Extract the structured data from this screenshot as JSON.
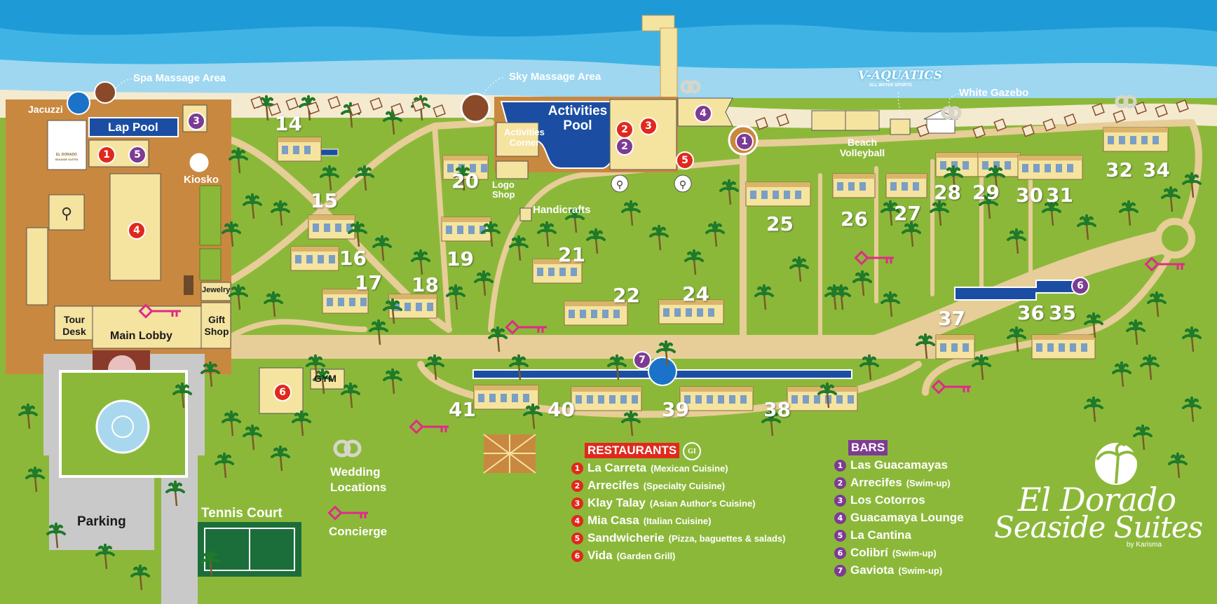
{
  "map_labels": {
    "spa_massage": "Spa Massage Area",
    "sky_massage": "Sky Massage Area",
    "jacuzzi": "Jacuzzi",
    "lap_pool": "Lap Pool",
    "kiosko": "Kiosko",
    "activities_pool": "Activities Pool",
    "activities_corner": "Activities Corner",
    "logo_shop": "Logo Shop",
    "handicrafts": "Handicrafts",
    "white_gazebo": "White Gazebo",
    "beach_volleyball": "Beach Volleyball",
    "vaquatics": "V-AQUATICS",
    "vaquatics_sub": "ALL WATER SPORTS",
    "jewelry": "Jewelry",
    "tour_desk": "Tour Desk",
    "main_lobby": "Main Lobby",
    "gift_shop": "Gift Shop",
    "gym": "GYM",
    "parking": "Parking",
    "tennis_court": "Tennis Court",
    "wedding_locations": "Wedding Locations",
    "concierge": "Concierge",
    "hotel_sign_1": "EL DORADO",
    "hotel_sign_2": "SEASIDE SUITES"
  },
  "buildings": [
    "14",
    "15",
    "16",
    "17",
    "18",
    "19",
    "20",
    "21",
    "22",
    "24",
    "25",
    "26",
    "27",
    "28",
    "29",
    "30",
    "31",
    "32",
    "34",
    "35",
    "36",
    "37",
    "38",
    "39",
    "40",
    "41"
  ],
  "restaurants": {
    "title": "RESTAURANTS",
    "badge": "GI",
    "items": [
      {
        "n": "1",
        "name": "La Carreta",
        "desc": "(Mexican Cuisine)"
      },
      {
        "n": "2",
        "name": "Arrecifes",
        "desc": "(Specialty Cuisine)"
      },
      {
        "n": "3",
        "name": "Klay Talay",
        "desc": "(Asian Author's Cuisine)"
      },
      {
        "n": "4",
        "name": "Mia Casa",
        "desc": "(Italian Cuisine)"
      },
      {
        "n": "5",
        "name": "Sandwicherie",
        "desc": "(Pizza, baguettes & salads)"
      },
      {
        "n": "6",
        "name": "Vida",
        "desc": "(Garden Grill)"
      }
    ]
  },
  "bars": {
    "title": "BARS",
    "items": [
      {
        "n": "1",
        "name": "Las Guacamayas",
        "desc": ""
      },
      {
        "n": "2",
        "name": "Arrecifes",
        "desc": "(Swim-up)"
      },
      {
        "n": "3",
        "name": "Los Cotorros",
        "desc": ""
      },
      {
        "n": "4",
        "name": "Guacamaya Lounge",
        "desc": ""
      },
      {
        "n": "5",
        "name": "La Cantina",
        "desc": ""
      },
      {
        "n": "6",
        "name": "Colibrí",
        "desc": "(Swim-up)"
      },
      {
        "n": "7",
        "name": "Gaviota",
        "desc": "(Swim-up)"
      }
    ]
  },
  "logo": {
    "line1": "El Dorado",
    "line2": "Seaside Suites",
    "by": "by Karisma"
  },
  "markers": {
    "r1": "1",
    "r2": "2",
    "r3": "3",
    "r4": "4",
    "r5": "5",
    "r6": "6",
    "b1": "1",
    "b2": "2",
    "b3": "3",
    "b4": "4",
    "b5": "5",
    "b6": "6",
    "b7": "7"
  },
  "colors": {
    "sea": "#1e9ad6",
    "sand": "#f4ead0",
    "grass": "#8cb83a",
    "path": "#e7cd98",
    "building": "#f5e3a0",
    "lobby_wood": "#c9883f",
    "restaurant_red": "#e0291c",
    "bar_purple": "#7d3b93",
    "concierge_pink": "#e02a8a",
    "pool_blue": "#1b4ea3"
  },
  "icons": [
    "palm-tree-icon",
    "key-icon",
    "wedding-rings-icon",
    "restroom-icon",
    "palm-logo-icon"
  ]
}
